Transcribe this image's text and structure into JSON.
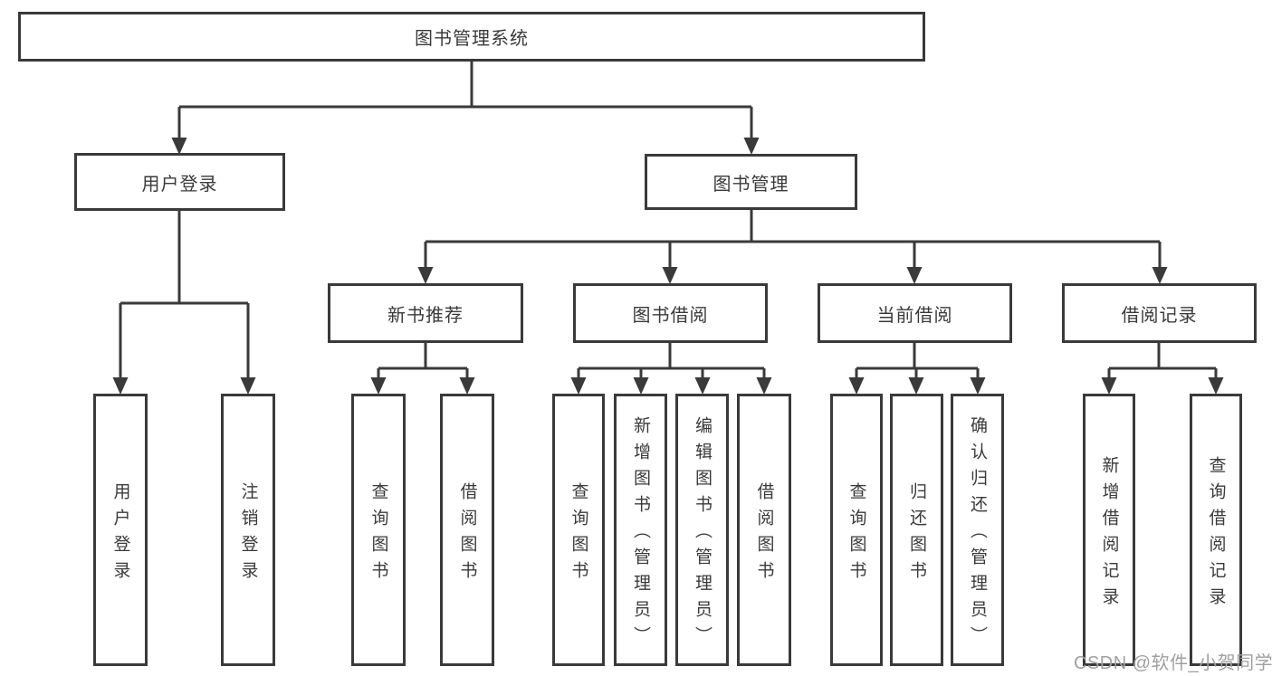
{
  "diagram_title": "图书管理系统",
  "watermark": "CSDN @软件_小贺同学",
  "colors": {
    "line": "#3a3a3a",
    "box_border": "#3a3a3a",
    "text": "#3a3a3a",
    "watermark": "#a0a0a0",
    "background": "#ffffff"
  },
  "nodes": {
    "root": {
      "label": "图书管理系统"
    },
    "user_login": {
      "label": "用户登录",
      "children": [
        "用户登录",
        "注销登录"
      ]
    },
    "book_management": {
      "label": "图书管理"
    },
    "new_book_recommend": {
      "label": "新书推荐",
      "children": [
        "查询图书",
        "借阅图书"
      ]
    },
    "book_borrow": {
      "label": "图书借阅",
      "children": [
        "查询图书",
        "新增图书（管理员）",
        "编辑图书（管理员）",
        "借阅图书"
      ]
    },
    "current_borrow": {
      "label": "当前借阅",
      "children": [
        "查询图书",
        "归还图书",
        "确认归还（管理员）"
      ]
    },
    "borrow_record": {
      "label": "借阅记录",
      "children": [
        "新增借阅记录",
        "查询借阅记录"
      ]
    }
  }
}
